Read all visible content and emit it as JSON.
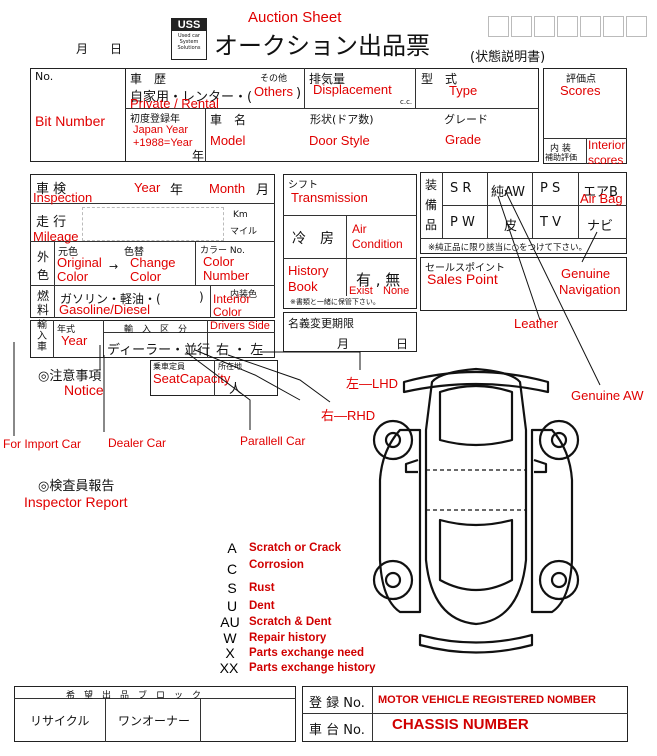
{
  "header": {
    "date_month": "月",
    "date_day": "日",
    "logo_text": "USS",
    "logo_small": "Used car\nSystem\nSolutions",
    "sheet_title_en": "Auction Sheet",
    "sheet_title_jp": "オークション出品票",
    "sheet_subtitle_jp": "(状態説明書)"
  },
  "form": {
    "no_label": "No.",
    "bit_number": "Bit Number",
    "history_label": "車　歴",
    "history_other": "その他",
    "history_jp": "自家用・レンター・(",
    "history_close": ")",
    "others": "Others",
    "private_rental": "Private / Rental",
    "displacement_label": "排気量",
    "displacement": "Displacement",
    "cc": "c.c.",
    "type_label": "型　式",
    "type": "Type",
    "scores_label": "評価点",
    "scores": "Scores",
    "first_reg_label": "初度登録年",
    "japan_year": "Japan Year",
    "year_formula": "+1988=Year",
    "year_kanji": "年",
    "model_label": "車　名",
    "model": "Model",
    "door_style_label": "形状(ドア数)",
    "door_style": "Door Style",
    "grade_label": "グレード",
    "grade": "Grade",
    "interior_label_1": "内 装",
    "interior_label_2": "補助評価",
    "interior": "Interior",
    "interior_scores": "scores",
    "inspection_label": "車 検",
    "inspection": "Inspection",
    "year": "Year",
    "year_jp": "年",
    "month": "Month",
    "month_jp": "月",
    "mileage_label": "走 行",
    "mileage": "Mileage",
    "km": "Km",
    "mile": "マイル",
    "exterior_label_1": "外",
    "exterior_label_2": "色",
    "original_label": "元色",
    "original": "Original",
    "color": "Color",
    "change_label": "色替",
    "change": "Change",
    "color_no_label": "カラー No.",
    "color_number_1": "Color",
    "color_number_2": "Number",
    "fuel_label_1": "燃",
    "fuel_label_2": "料",
    "fuel_jp": "ガソリン・軽油・(",
    "fuel_close": ")",
    "gasoline_diesel": "Gasoline/Diesel",
    "interior_color_label": "内装色",
    "interior_color_1": "Interior",
    "interior_color_2": "Color",
    "import_label": "輸入車",
    "year_label": "年式",
    "year2": "Year",
    "import_type_label": "輸　入　区　分",
    "drivers_side": "Drivers Side",
    "dealer_parallel_jp": "ディーラー・並行",
    "right_left_jp": "右 ・ 左",
    "transmission_label": "シフト",
    "transmission": "Transmission",
    "ac_label": "冷　房",
    "air": "Air",
    "condition": "Condition",
    "history_book_1": "History",
    "history_book_2": "Book",
    "exist_none_jp": "有 , 無",
    "exist_none": "Exist",
    "none": "None",
    "history_book_note": "※書類と一緒に保管下さい。",
    "name_change_label": "名義変更期限",
    "month_jp2": "月",
    "day_jp2": "日",
    "equipment_label_1": "装",
    "equipment_label_2": "備",
    "equipment_label_3": "品",
    "equip_row1": [
      "S R",
      "純AW",
      "P S",
      "エアB"
    ],
    "equip_row2": [
      "P W",
      "皮",
      "T V",
      "ナビ"
    ],
    "air_bag": "Air Bag",
    "genuine_note": "※純正品に限り該当に○をつけて下さい。",
    "sales_point_label": "セールスポイント",
    "sales_point": "Sales  Point",
    "genuine_nav_1": "Genuine",
    "genuine_nav_2": "Navigation",
    "leather": "Leather",
    "genuine_aw": "Genuine AW",
    "seat_capacity_label": "乗車定員",
    "seat_capacity": "SeatCapacity",
    "seat_unit": "人",
    "address_label": "所在地",
    "lhd": "左—LHD",
    "rhd": "右—RHD",
    "notice_jp": "◎注意事項",
    "notice": "Notice",
    "for_import_car": "For Import Car",
    "dealer_car": "Dealer Car",
    "parallel_car": "Parallell  Car",
    "inspector_jp": "◎検査員報告",
    "inspector_report": "Inspector Report"
  },
  "legend": [
    {
      "code": "A",
      "meaning": "Scratch or Crack"
    },
    {
      "code": "C",
      "meaning": "Corrosion"
    },
    {
      "code": "S",
      "meaning": "Rust"
    },
    {
      "code": "U",
      "meaning": "Dent"
    },
    {
      "code": "AU",
      "meaning": "Scratch & Dent"
    },
    {
      "code": "W",
      "meaning": "Repair history"
    },
    {
      "code": "X",
      "meaning": "Parts exchange need"
    },
    {
      "code": "XX",
      "meaning": "Parts exchange history"
    }
  ],
  "footer": {
    "block_label": "希　望　出　品　ブ　ロ　ッ　ク",
    "recycle": "リサイクル",
    "one_owner": "ワンオーナー",
    "reg_label": "登 録 No.",
    "reg_number": "MOTOR VEHICLE  REGISTERED NOMBER",
    "chassis_label": "車 台 No.",
    "chassis_number": "CHASSIS NUMBER"
  }
}
